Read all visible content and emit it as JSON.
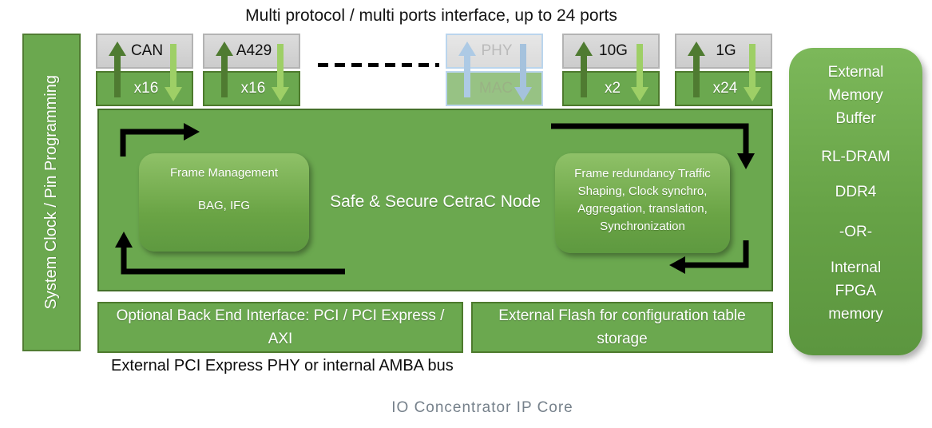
{
  "title": "Multi protocol / multi ports interface, up to 24 ports",
  "left_bar": {
    "label": "System Clock / Pin Programming"
  },
  "ports": [
    {
      "protocol": "CAN",
      "count": "x16"
    },
    {
      "protocol": "A429",
      "count": "x16"
    },
    {
      "protocol": "PHY",
      "count": "MAC"
    },
    {
      "protocol": "10G",
      "count": "x2"
    },
    {
      "protocol": "1G",
      "count": "x24"
    }
  ],
  "node": {
    "label": "Safe & Secure CetraC Node",
    "frame_management_title": "Frame Management",
    "frame_management_sub": "BAG, IFG",
    "frame_redundancy": "Frame redundancy Traffic Shaping, Clock synchro, Aggregation, translation, Synchronization"
  },
  "bottom": {
    "back_end": "Optional Back End Interface: PCI / PCI Express / AXI",
    "flash": "External Flash for configuration table storage",
    "phy_note": "External PCI Express PHY or internal AMBA bus"
  },
  "memory": {
    "lines": [
      "External",
      "Memory",
      "Buffer",
      "RL-DRAM",
      "DDR4",
      "-OR-",
      "Internal",
      "FPGA",
      "memory"
    ]
  },
  "footer": "IO Concentrator IP Core",
  "colors": {
    "block_green": "#6BA84F",
    "block_green_border": "#4D7A2D",
    "gray_fill": "#D9D9D9",
    "arrow_dark_green": "#4F7B31",
    "arrow_light_green": "#9ECF66",
    "arrow_blue": "#8FB9DE",
    "faded_border_blue": "#9DC3E6",
    "footer_gray": "#76818B"
  }
}
